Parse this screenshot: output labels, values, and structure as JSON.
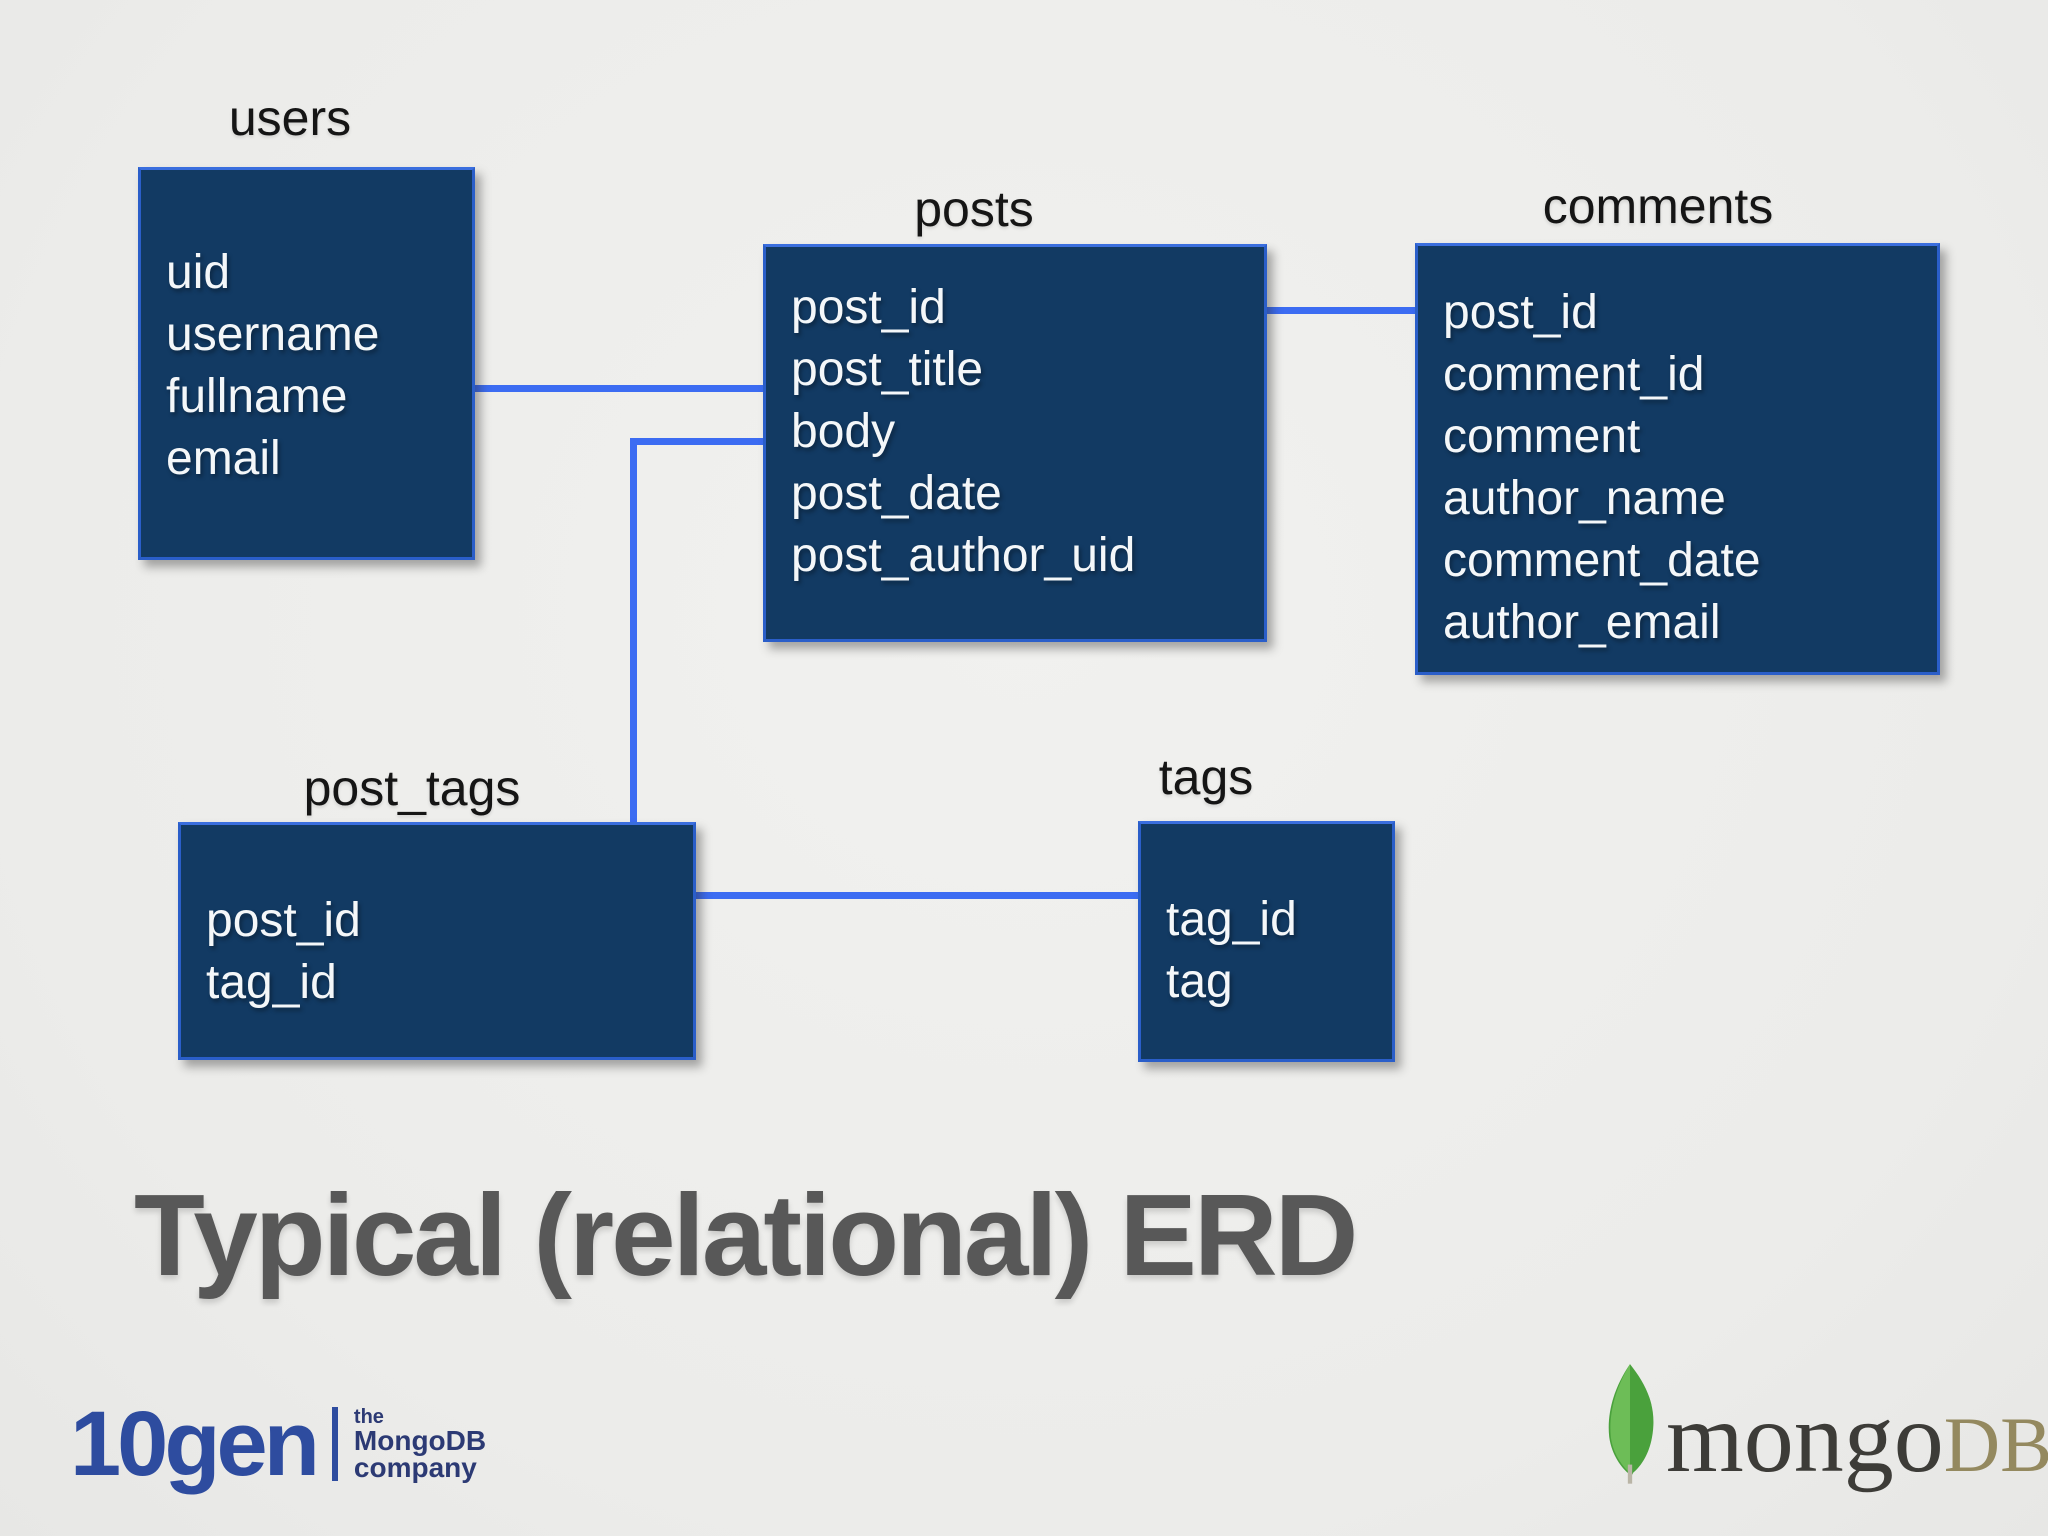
{
  "slide": {
    "title": "Typical (relational) ERD"
  },
  "entities": [
    {
      "label": "users",
      "fields": [
        "uid",
        "username",
        "fullname",
        "email"
      ]
    },
    {
      "label": "posts",
      "fields": [
        "post_id",
        "post_title",
        "body",
        "post_date",
        "post_author_uid"
      ]
    },
    {
      "label": "comments",
      "fields": [
        "post_id",
        "comment_id",
        "comment",
        "author_name",
        "comment_date",
        "author_email"
      ]
    },
    {
      "label": "post_tags",
      "fields": [
        "post_id",
        "tag_id"
      ]
    },
    {
      "label": "tags",
      "fields": [
        "tag_id",
        "tag"
      ]
    }
  ],
  "relations": [
    {
      "from": "users",
      "to": "posts"
    },
    {
      "from": "posts",
      "to": "comments"
    },
    {
      "from": "posts",
      "to": "post_tags"
    },
    {
      "from": "post_tags",
      "to": "tags"
    }
  ],
  "branding": {
    "tengen_logo_text": "10gen",
    "tengen_tagline": [
      "the",
      "MongoDB",
      "company"
    ],
    "mongodb_logo_main": "mongo",
    "mongodb_logo_suffix": "DB",
    "leaf_icon": "mongodb-leaf-icon"
  },
  "colors": {
    "background": "#eeeeed",
    "entity_fill": "#123a63",
    "entity_border": "#2a5ec9",
    "connector": "#3c6cf2",
    "title_text": "#585858",
    "entity_label_text": "#151515",
    "field_text": "#f4f7f9",
    "tengen_blue": "#2e4c9f",
    "mongo_text": "#3d3c38",
    "mongo_db_text": "#94895f",
    "leaf_green": "#4aa13c"
  }
}
